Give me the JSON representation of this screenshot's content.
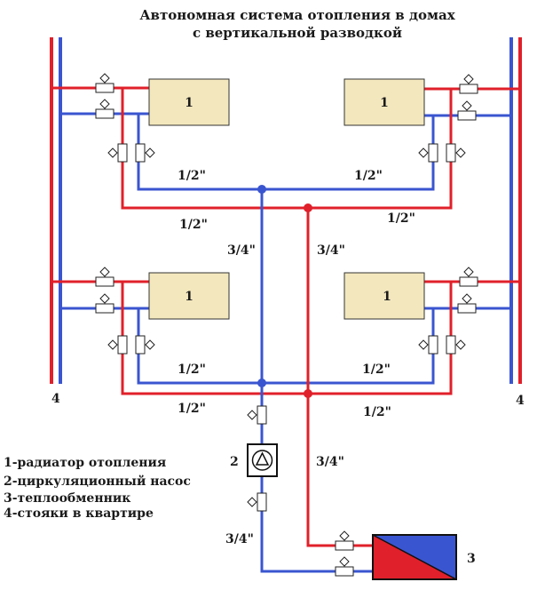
{
  "title": {
    "line1": "Автономная система отопления в домах",
    "line2": "с вертикальной разводкой"
  },
  "radiators": {
    "top_left": "1",
    "top_right": "1",
    "bottom_left": "1",
    "bottom_right": "1"
  },
  "pipe_labels": {
    "top_blue_left": "1/2\"",
    "top_blue_right": "1/2\"",
    "top_red_left": "1/2\"",
    "top_red_right": "1/2\"",
    "bottom_blue_left": "1/2\"",
    "bottom_blue_right": "1/2\"",
    "bottom_red_left": "1/2\"",
    "bottom_red_right": "1/2\"",
    "main_blue_upper": "3/4\"",
    "main_red_upper": "3/4\"",
    "main_red_lower": "3/4\"",
    "main_blue_lower": "3/4\""
  },
  "markers": {
    "riser_left": "4",
    "riser_right": "4",
    "pump": "2",
    "exchanger": "3"
  },
  "legend": [
    "1-радиатор отопления",
    "2-циркуляционный насос",
    "3-теплообменник",
    "4-стояки в квартире"
  ],
  "colors": {
    "supply": "#e0202a",
    "return": "#3a55d0",
    "radiator": "#f3e7bd"
  }
}
